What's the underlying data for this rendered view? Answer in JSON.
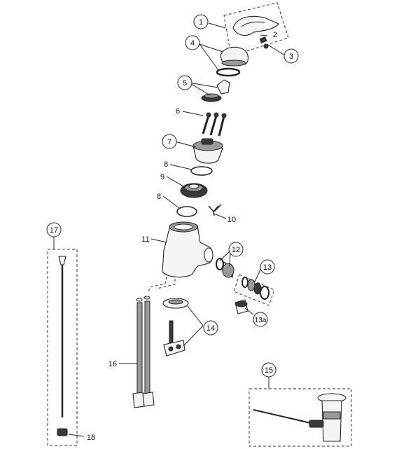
{
  "callouts": {
    "c1": "1",
    "c2": "2",
    "c3": "3",
    "c4": "4",
    "c5": "5",
    "c6": "6",
    "c7": "7",
    "c8a": "8",
    "c8b": "8",
    "c9": "9",
    "c10": "10",
    "c11": "11",
    "c12": "12",
    "c13": "13",
    "c13a": "13a",
    "c14": "14",
    "c15": "15",
    "c16": "16",
    "c17": "17",
    "c18": "18"
  }
}
